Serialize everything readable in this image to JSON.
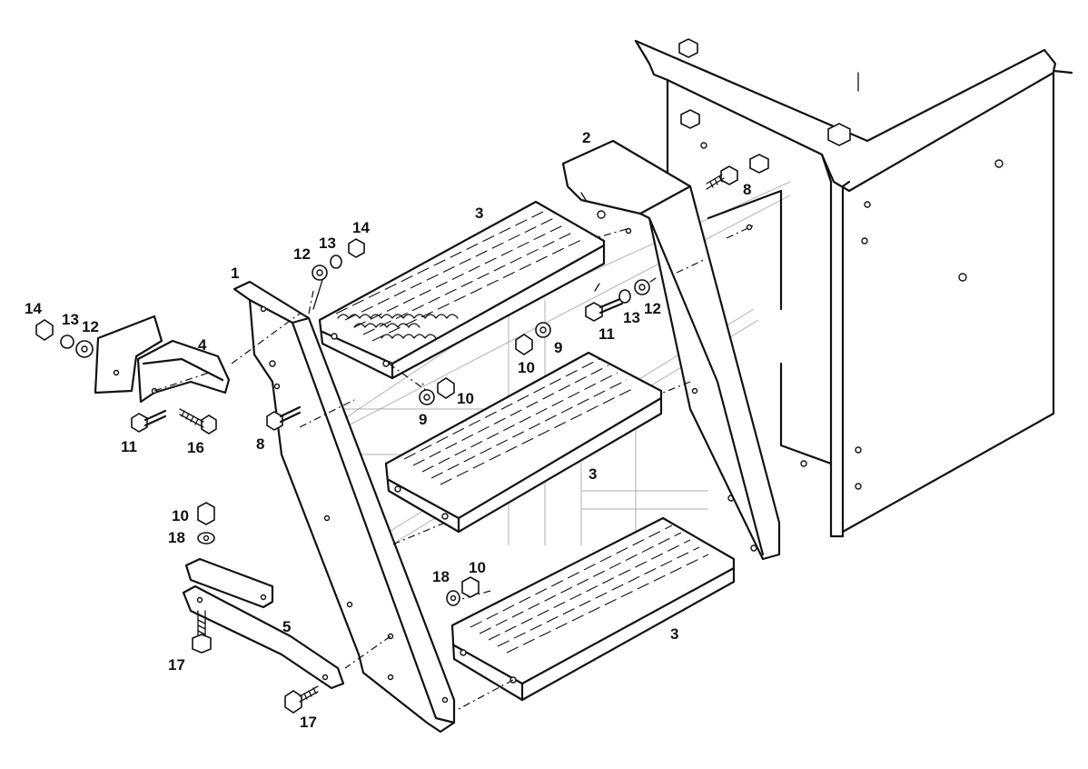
{
  "callouts": [
    {
      "id": "c-1",
      "label": "1"
    },
    {
      "id": "c-2",
      "label": "2"
    },
    {
      "id": "c-3a",
      "label": "3"
    },
    {
      "id": "c-3b",
      "label": "3"
    },
    {
      "id": "c-3c",
      "label": "3"
    },
    {
      "id": "c-4",
      "label": "4"
    },
    {
      "id": "c-5",
      "label": "5"
    },
    {
      "id": "c-8a",
      "label": "8"
    },
    {
      "id": "c-8b",
      "label": "8"
    },
    {
      "id": "c-9a",
      "label": "9"
    },
    {
      "id": "c-9b",
      "label": "9"
    },
    {
      "id": "c-10a",
      "label": "10"
    },
    {
      "id": "c-10b",
      "label": "10"
    },
    {
      "id": "c-10c",
      "label": "10"
    },
    {
      "id": "c-10d",
      "label": "10"
    },
    {
      "id": "c-11a",
      "label": "11"
    },
    {
      "id": "c-11b",
      "label": "11"
    },
    {
      "id": "c-12a",
      "label": "12"
    },
    {
      "id": "c-12b",
      "label": "12"
    },
    {
      "id": "c-12c",
      "label": "12"
    },
    {
      "id": "c-13a",
      "label": "13"
    },
    {
      "id": "c-13b",
      "label": "13"
    },
    {
      "id": "c-13c",
      "label": "13"
    },
    {
      "id": "c-14a",
      "label": "14"
    },
    {
      "id": "c-14b",
      "label": "14"
    },
    {
      "id": "c-16",
      "label": "16"
    },
    {
      "id": "c-17a",
      "label": "17"
    },
    {
      "id": "c-17b",
      "label": "17"
    },
    {
      "id": "c-18a",
      "label": "18"
    },
    {
      "id": "c-18b",
      "label": "18"
    }
  ],
  "colors": {
    "line": "#111111",
    "background": "#ffffff",
    "watermark": "#9a9a9a"
  }
}
